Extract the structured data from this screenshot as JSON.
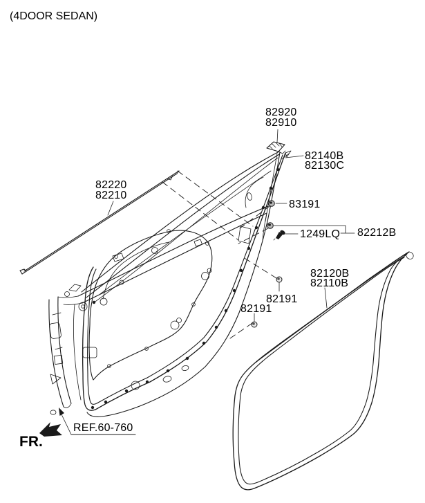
{
  "title": "(4DOOR SEDAN)",
  "colors": {
    "line": "#1a1a1a",
    "text": "#000000",
    "background": "#ffffff"
  },
  "callouts": {
    "roof_side_clip": {
      "line1": "82920",
      "line2": "82910"
    },
    "front_pillar_garnish": {
      "line1": "82140B",
      "line2": "82130C"
    },
    "belt_outside_molding": {
      "line1": "82220",
      "line2": "82210"
    },
    "grommet": {
      "label": "83191"
    },
    "screw": {
      "label": "1249LQ"
    },
    "retainer": {
      "label": "82212B"
    },
    "door_side_weatherstrip": {
      "line1": "82120B",
      "line2": "82110B"
    },
    "clip_upper": {
      "label": "82191"
    },
    "clip_lower": {
      "label": "82191"
    },
    "door_panel_reference": {
      "label": "REF.60-760"
    },
    "front_direction": {
      "label": "FR."
    }
  }
}
